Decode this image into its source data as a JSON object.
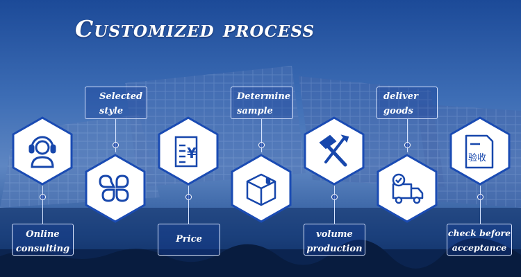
{
  "title": "Customized process",
  "steps": {
    "online": {
      "icon": "headset-agent-icon",
      "lines": [
        "Online",
        "consulting"
      ]
    },
    "style": {
      "icon": "four-petal-grid-icon",
      "lines": [
        "Selected",
        "style"
      ]
    },
    "price": {
      "icon": "price-document-icon",
      "lines": [
        "Price"
      ],
      "icon_text": "¥"
    },
    "sample": {
      "icon": "package-box-icon",
      "lines": [
        "Determine",
        "sample"
      ]
    },
    "volume": {
      "icon": "hammer-screwdriver-icon",
      "lines": [
        "volume",
        "production"
      ]
    },
    "deliver": {
      "icon": "delivery-truck-icon",
      "lines": [
        "deliver",
        "goods"
      ]
    },
    "acceptance": {
      "icon": "acceptance-document-icon",
      "lines": [
        "check before",
        "acceptance"
      ],
      "icon_text": "验收"
    }
  },
  "colors": {
    "hex_fill": "#ffffff",
    "hex_border": "#1a4bb3",
    "icon": "#1747ac",
    "sky_top": "#1f4f9e",
    "ground": "#0c2752"
  }
}
